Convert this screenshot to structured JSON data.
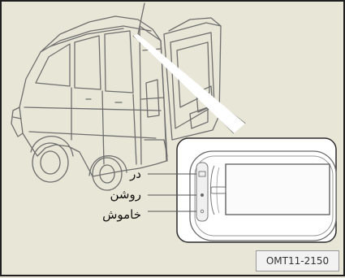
{
  "labels": {
    "door": "در",
    "on": "روشن",
    "off": "خاموش"
  },
  "figure_code": "OMT11-2150",
  "colors": {
    "background": "#e8e6d6",
    "line_art": "#6f6f6f",
    "inset_panel": "#ffffff",
    "code_box": "#f2f2f2",
    "frame": "#1f1f1f"
  },
  "icons": {
    "vehicle": "suv-rear-hatch-open",
    "lamp": "dome-light-with-3-position-switch"
  }
}
